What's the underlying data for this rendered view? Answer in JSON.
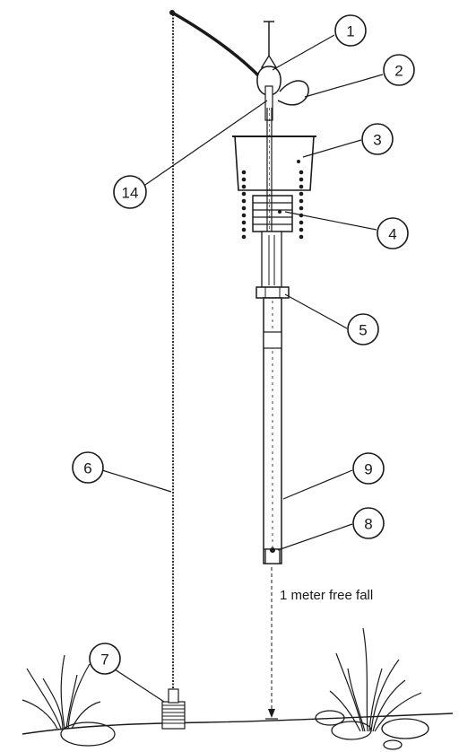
{
  "callouts": [
    {
      "id": "1",
      "label": "1"
    },
    {
      "id": "2",
      "label": "2"
    },
    {
      "id": "3",
      "label": "3"
    },
    {
      "id": "4",
      "label": "4"
    },
    {
      "id": "5",
      "label": "5"
    },
    {
      "id": "6",
      "label": "6"
    },
    {
      "id": "7",
      "label": "7"
    },
    {
      "id": "8",
      "label": "8"
    },
    {
      "id": "9",
      "label": "9"
    },
    {
      "id": "14",
      "label": "14"
    }
  ],
  "annotation": {
    "free_fall": "1 meter free fall"
  },
  "colors": {
    "ink": "#1a1a1a",
    "background": "#ffffff"
  }
}
